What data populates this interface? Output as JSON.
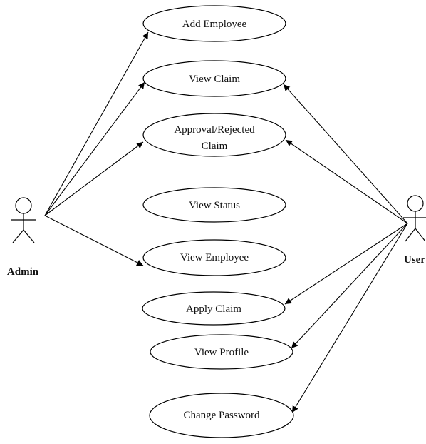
{
  "diagram": {
    "type": "use-case",
    "line_color": "#000000",
    "actors": [
      {
        "id": "admin",
        "label": "Admin"
      },
      {
        "id": "user",
        "label": "User"
      }
    ],
    "use_cases": [
      {
        "id": "add_employee",
        "lines": [
          "Add Employee"
        ]
      },
      {
        "id": "view_claim",
        "lines": [
          "View Claim"
        ]
      },
      {
        "id": "approval_rejected_claim",
        "lines": [
          "Approval/Rejected",
          "Claim"
        ]
      },
      {
        "id": "view_status",
        "lines": [
          "View Status"
        ]
      },
      {
        "id": "view_employee",
        "lines": [
          "View Employee"
        ]
      },
      {
        "id": "apply_claim",
        "lines": [
          "Apply Claim"
        ]
      },
      {
        "id": "view_profile",
        "lines": [
          "View Profile"
        ]
      },
      {
        "id": "change_password",
        "lines": [
          "Change Password"
        ]
      }
    ],
    "associations": [
      {
        "from": "admin",
        "to": "add_employee"
      },
      {
        "from": "admin",
        "to": "view_claim"
      },
      {
        "from": "admin",
        "to": "approval_rejected_claim"
      },
      {
        "from": "admin",
        "to": "view_employee"
      },
      {
        "from": "user",
        "to": "view_claim"
      },
      {
        "from": "user",
        "to": "approval_rejected_claim"
      },
      {
        "from": "user",
        "to": "apply_claim"
      },
      {
        "from": "user",
        "to": "view_profile"
      },
      {
        "from": "user",
        "to": "change_password"
      }
    ]
  }
}
